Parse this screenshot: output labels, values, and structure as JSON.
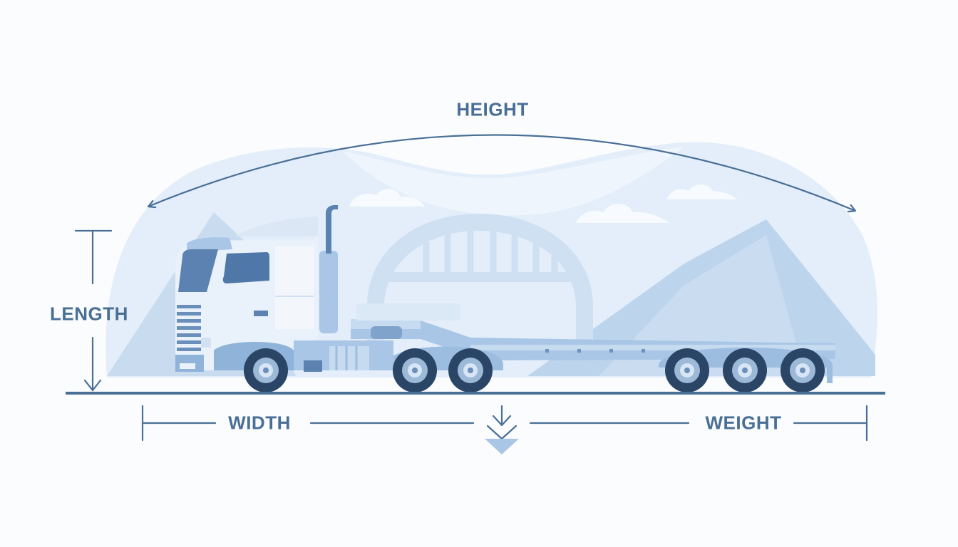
{
  "labels": {
    "height": "HEIGHT",
    "length": "LENGTH",
    "width": "WIDTH",
    "weight": "WEIGHT"
  },
  "icons": {
    "load_direction": "double-chevron-down-icon"
  },
  "colors": {
    "background": "#fbfcfe",
    "backdrop": "#e3eefa",
    "mountain": "#c3d8ee",
    "truck_body": "#e9f1fa",
    "truck_accent": "#8fb3d9",
    "wheel": "#2b4566",
    "hub": "#9db9d8",
    "line": "#4a6f96",
    "label": "#4a6f96"
  }
}
